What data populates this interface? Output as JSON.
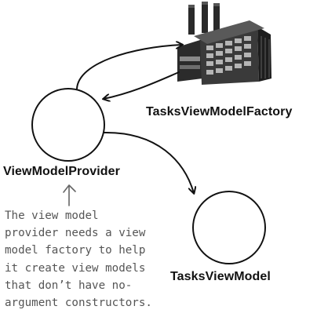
{
  "diagram": {
    "nodes": {
      "provider": {
        "label": "ViewModelProvider"
      },
      "factory": {
        "label": "TasksViewModelFactory"
      },
      "tasks_view_model": {
        "label": "TasksViewModel"
      }
    },
    "annotation": {
      "lines": [
        "The view model",
        "provider needs a view",
        "model factory to help",
        "it create view models",
        "that don’t have no-",
        "argument constructors."
      ]
    }
  }
}
